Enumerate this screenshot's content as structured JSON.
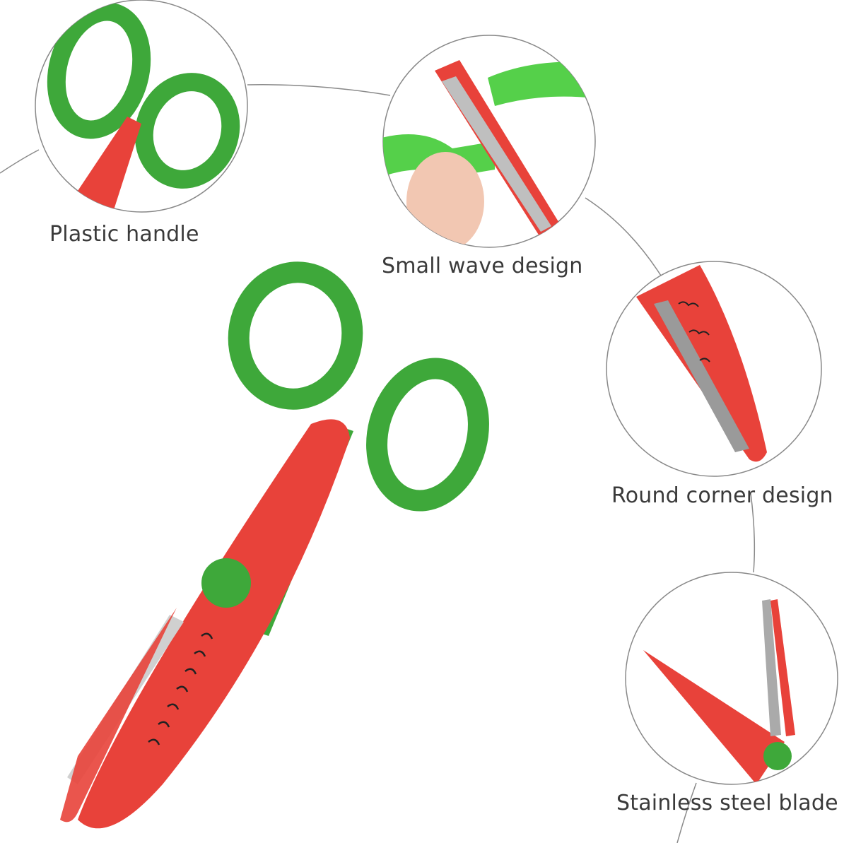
{
  "callouts": [
    {
      "label": "Plastic handle"
    },
    {
      "label": "Small wave design"
    },
    {
      "label": "Round corner design"
    },
    {
      "label": "Stainless steel blade"
    }
  ],
  "colors": {
    "handle_green": "#3ea83a",
    "blade_red": "#e8423a",
    "line_gray": "#7a7a7a",
    "text": "#3a3a3a"
  }
}
